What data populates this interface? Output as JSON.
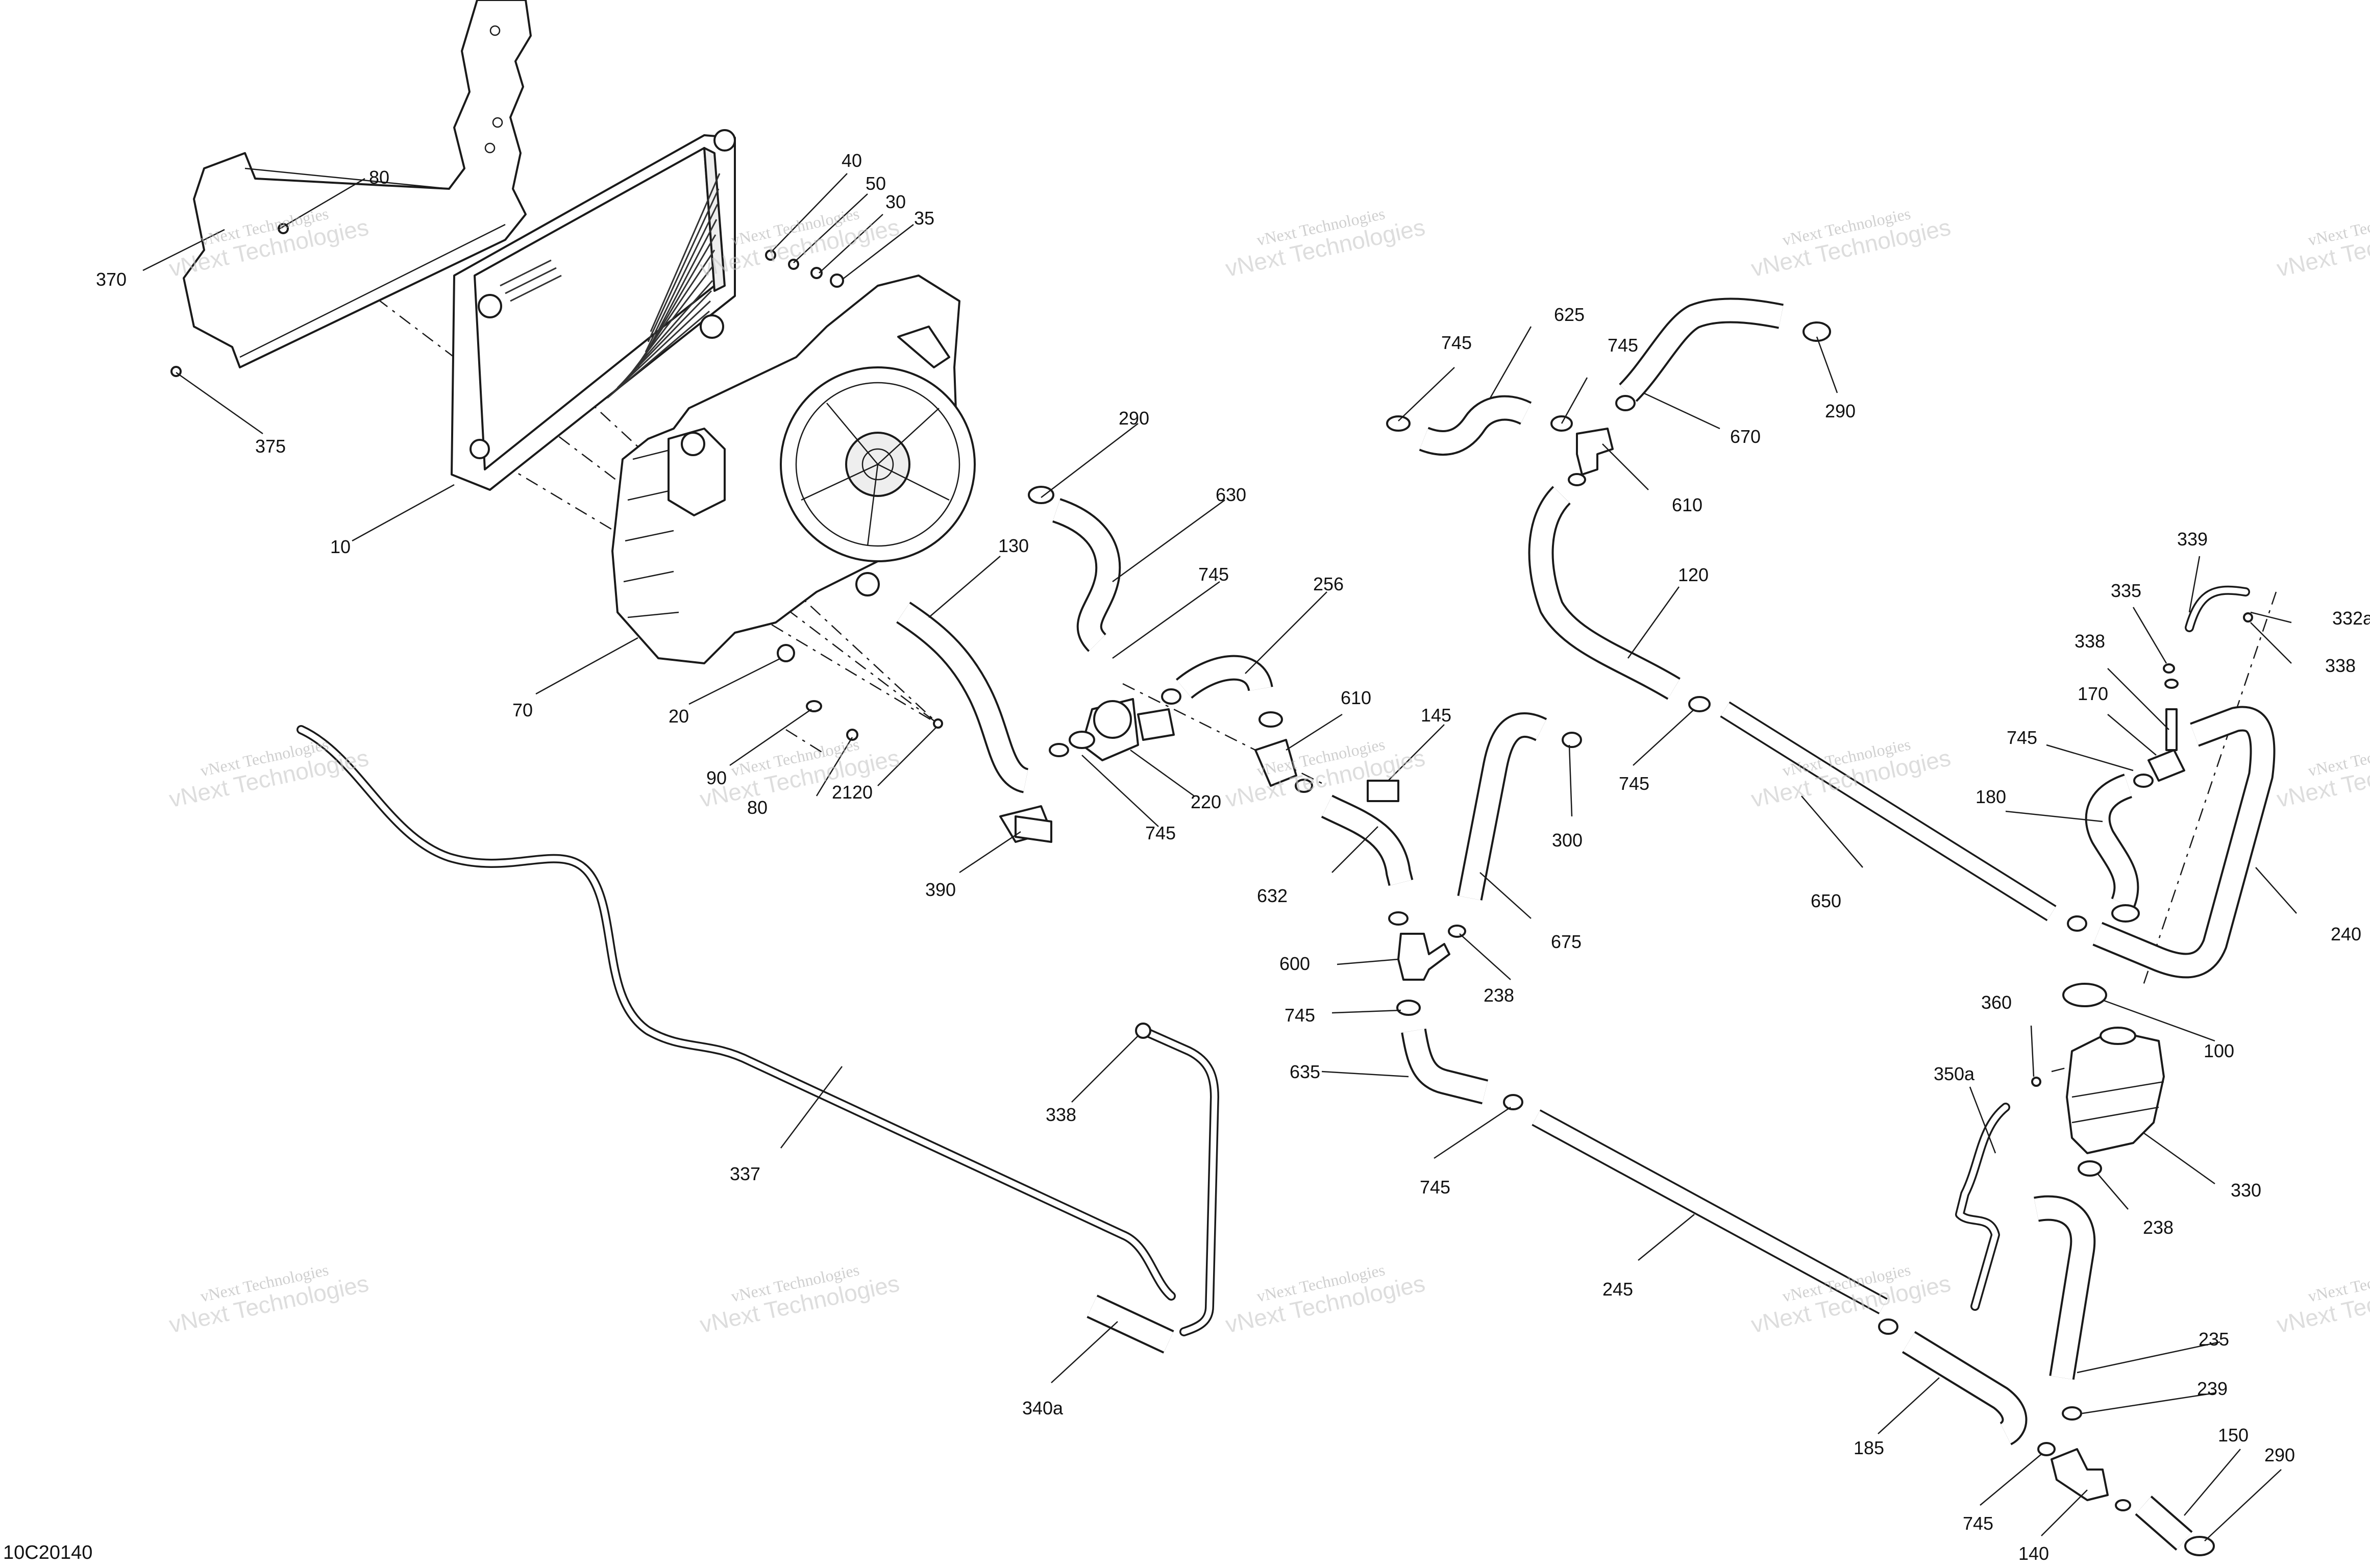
{
  "diagram": {
    "ref_code": "10C20140",
    "watermark": "vNext Technologies",
    "colors": {
      "line": "#1a1a1a",
      "label": "#111111",
      "watermark": "#b0b0b0"
    },
    "labels": [
      {
        "text": "370"
      },
      {
        "text": "80"
      },
      {
        "text": "40"
      },
      {
        "text": "50"
      },
      {
        "text": "30"
      },
      {
        "text": "35"
      },
      {
        "text": "375"
      },
      {
        "text": "10"
      },
      {
        "text": "290"
      },
      {
        "text": "630"
      },
      {
        "text": "130"
      },
      {
        "text": "745"
      },
      {
        "text": "256"
      },
      {
        "text": "70"
      },
      {
        "text": "20"
      },
      {
        "text": "90"
      },
      {
        "text": "80"
      },
      {
        "text": "2120"
      },
      {
        "text": "390"
      },
      {
        "text": "745"
      },
      {
        "text": "220"
      },
      {
        "text": "610"
      },
      {
        "text": "145"
      },
      {
        "text": "745"
      },
      {
        "text": "625"
      },
      {
        "text": "745"
      },
      {
        "text": "290"
      },
      {
        "text": "670"
      },
      {
        "text": "610"
      },
      {
        "text": "120"
      },
      {
        "text": "745"
      },
      {
        "text": "300"
      },
      {
        "text": "632"
      },
      {
        "text": "600"
      },
      {
        "text": "675"
      },
      {
        "text": "238"
      },
      {
        "text": "745"
      },
      {
        "text": "635"
      },
      {
        "text": "745"
      },
      {
        "text": "339"
      },
      {
        "text": "335"
      },
      {
        "text": "332a"
      },
      {
        "text": "338"
      },
      {
        "text": "338"
      },
      {
        "text": "170"
      },
      {
        "text": "745"
      },
      {
        "text": "180"
      },
      {
        "text": "650"
      },
      {
        "text": "240"
      },
      {
        "text": "100"
      },
      {
        "text": "360"
      },
      {
        "text": "350a"
      },
      {
        "text": "330"
      },
      {
        "text": "238"
      },
      {
        "text": "337"
      },
      {
        "text": "338"
      },
      {
        "text": "245"
      },
      {
        "text": "340a"
      },
      {
        "text": "235"
      },
      {
        "text": "239"
      },
      {
        "text": "185"
      },
      {
        "text": "150"
      },
      {
        "text": "290"
      },
      {
        "text": "745"
      },
      {
        "text": "140"
      }
    ]
  }
}
